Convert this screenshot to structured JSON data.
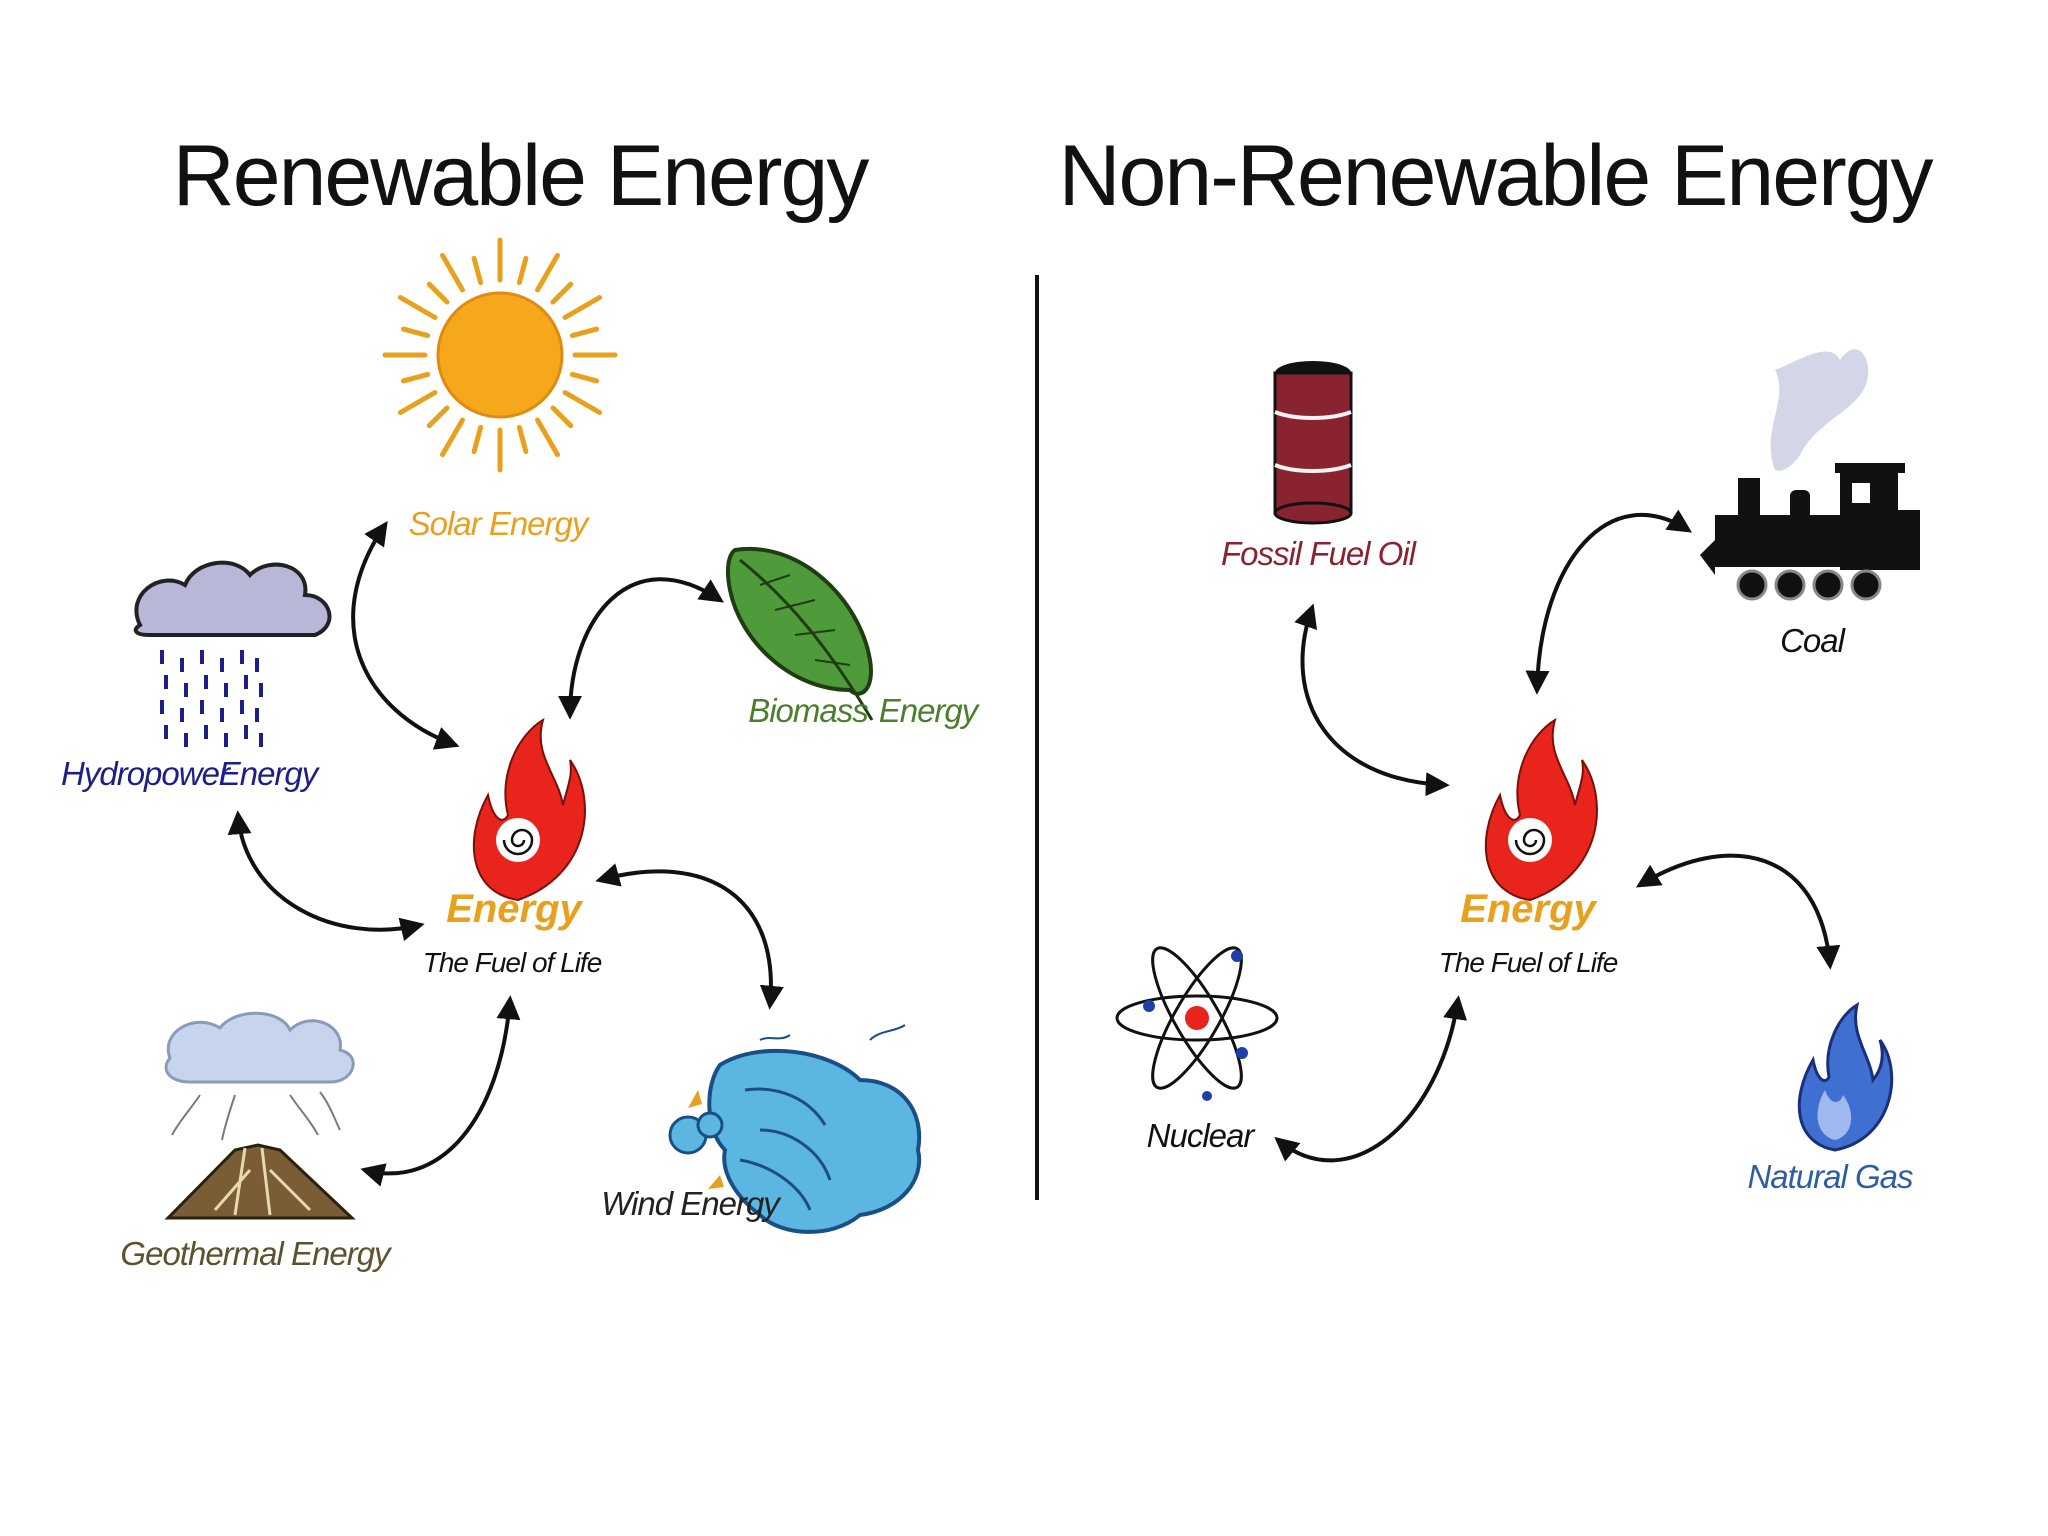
{
  "colors": {
    "solar": "#e8a11e",
    "biomass": "#4a7f2c",
    "hydro": "#1c1f8a",
    "wind": "#222222",
    "geothermal": "#5d5230",
    "energy": "#e8a11e",
    "fossil": "#8a2330",
    "coal": "#111111",
    "nuclear": "#111111",
    "natural_gas": "#2f5ca6"
  },
  "renewable": {
    "title": "Renewable Energy",
    "center": {
      "energy": "Energy",
      "subtitle": "The Fuel of Life"
    },
    "sources": {
      "solar": {
        "label": "Solar Energy",
        "icon": "sun-icon"
      },
      "biomass": {
        "label1": "Biomass",
        "label2": "Energy",
        "icon": "leaf-icon"
      },
      "hydro": {
        "label1": "Hydropower",
        "label2": "Energy",
        "icon": "rain-cloud-icon"
      },
      "wind": {
        "label": "Wind Energy",
        "icon": "wind-wave-icon"
      },
      "geothermal": {
        "label": "Geothermal Energy",
        "icon": "volcano-icon"
      }
    }
  },
  "nonrenewable": {
    "title": "Non-Renewable Energy",
    "center": {
      "energy": "Energy",
      "subtitle": "The Fuel of Life"
    },
    "sources": {
      "fossil": {
        "label": "Fossil Fuel Oil",
        "icon": "oil-barrel-icon"
      },
      "coal": {
        "label": "Coal",
        "icon": "steam-locomotive-icon"
      },
      "nuclear": {
        "label": "Nuclear",
        "icon": "atom-icon"
      },
      "natural_gas": {
        "label": "Natural Gas",
        "icon": "gas-flame-icon"
      }
    }
  }
}
